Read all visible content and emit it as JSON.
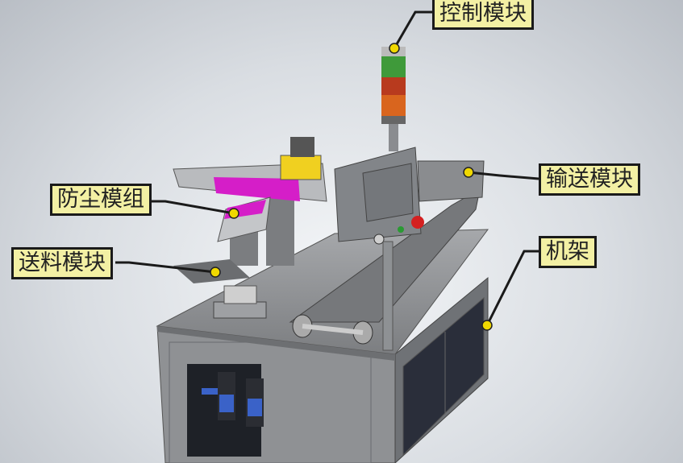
{
  "labels": {
    "control": "控制模块",
    "conveyor": "输送模块",
    "dustproof": "防尘模组",
    "feeding": "送料模块",
    "frame": "机架"
  },
  "colors": {
    "label_bg": "#f3f0a4",
    "dot": "#f0d800",
    "frame": "#8c8e90",
    "accent": "#d51ec8"
  }
}
